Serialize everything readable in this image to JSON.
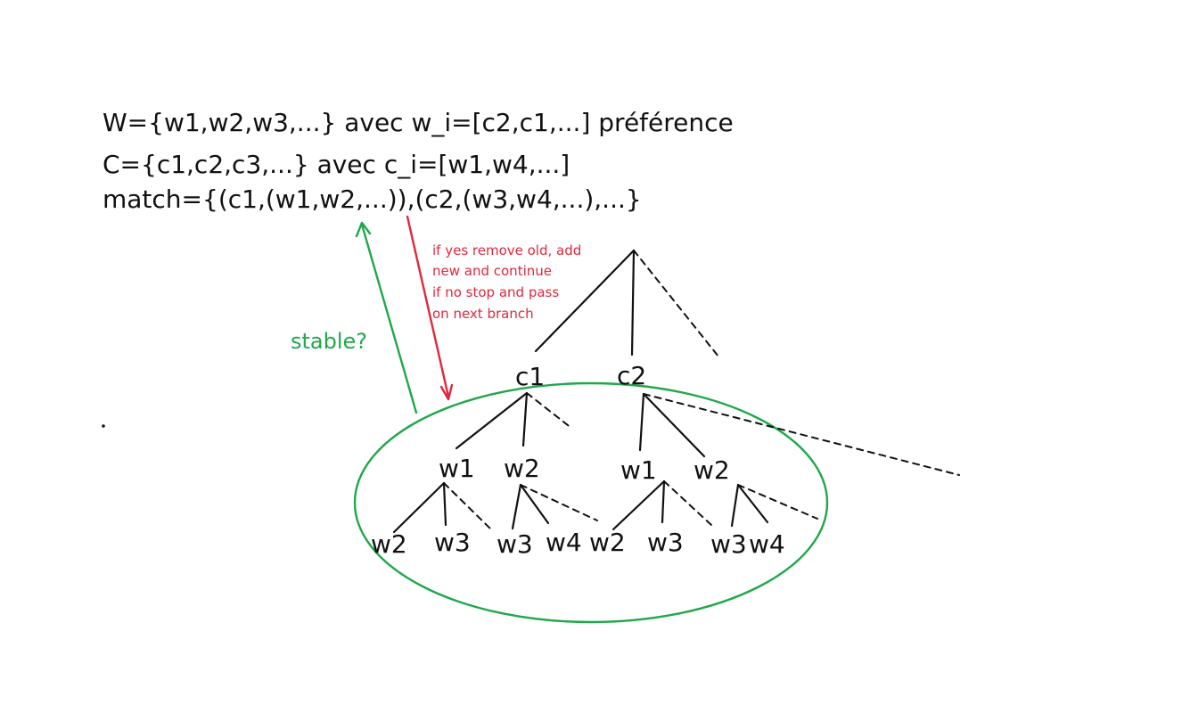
{
  "formulas": {
    "line1": "W={w1,w2,w3,...} avec w_i=[c2,c1,...] préférence",
    "line2": "C={c1,c2,c3,...} avec c_i=[w1,w4,...]",
    "line3": "match={(c1,(w1,w2,...)),(c2,(w3,w4,...),...}"
  },
  "annotations": {
    "red_note_lines": [
      "if yes remove old, add",
      "new and continue",
      "if no stop and pass",
      "on next branch"
    ],
    "green_label": "stable?",
    "red_color": "#e0283c",
    "green_color": "#1fa84a"
  },
  "tree": {
    "level1": [
      "c1",
      "c2"
    ],
    "level2": [
      "w1",
      "w2",
      "w1",
      "w2"
    ],
    "level3": [
      "w2",
      "w3",
      "w3",
      "w4",
      "w2",
      "w3",
      "w3",
      "w4"
    ]
  }
}
